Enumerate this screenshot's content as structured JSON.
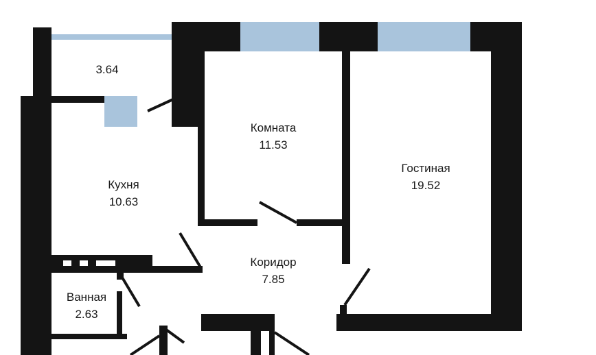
{
  "plan": {
    "rooms": [
      {
        "name": "",
        "area": "3.64"
      },
      {
        "name": "Комната",
        "area": "11.53"
      },
      {
        "name": "Кухня",
        "area": "10.63"
      },
      {
        "name": "Гостиная",
        "area": "19.52"
      },
      {
        "name": "Коридор",
        "area": "7.85"
      },
      {
        "name": "Ванная",
        "area": "2.63"
      }
    ],
    "colors": {
      "wall": "#141414",
      "window": "#a9c4dc"
    }
  }
}
